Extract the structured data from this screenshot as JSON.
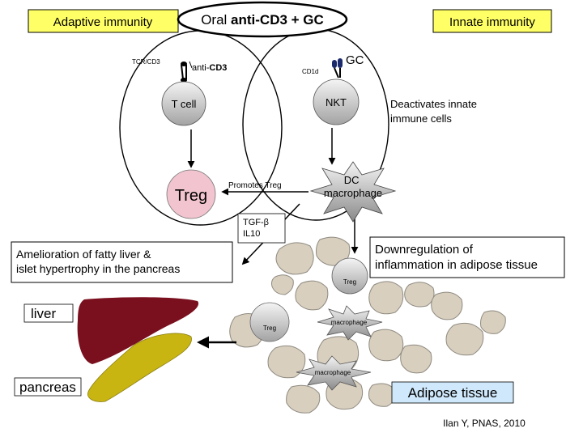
{
  "headers": {
    "adaptive": "Adaptive immunity",
    "oral_prefix": "Oral ",
    "oral_bold": "anti-CD3 + GC",
    "innate": "Innate immunity"
  },
  "labels": {
    "tcr_cd3": "TCR/CD3",
    "anti_cd3_prefix": "anti-",
    "anti_cd3_bold": "CD3",
    "cd1d": "CD1d",
    "gc": "GC",
    "t_cell": "T cell",
    "nkt": "NKT",
    "deactivates_line1": "Deactivates innate",
    "deactivates_line2": "immune cells",
    "treg": "Treg",
    "promotes_treg": "Promotes Treg",
    "dc_macrophage_line1": "DC",
    "dc_macrophage_line2": "macrophage",
    "tgf_line1": "TGF-β",
    "tgf_line2": "IL10",
    "amelioration_line1": "Amelioration of fatty liver &",
    "amelioration_line2": "islet hypertrophy in the pancreas",
    "downregulation_line1": "Downregulation of",
    "downregulation_line2": "inflammation in adipose tissue",
    "liver": "liver",
    "pancreas": "pancreas",
    "adipose_treg_1": "Treg",
    "adipose_treg_2": "Treg",
    "adipose_macrophage_1": "macrophage",
    "adipose_macrophage_2": "macrophage",
    "adipose_tissue": "Adipose tissue",
    "citation": "Ilan Y, PNAS, 2010"
  },
  "colors": {
    "header_fill": "#ffff66",
    "treg_fill": "#f2c4cf",
    "liver_fill": "#7a0f1e",
    "pancreas_fill": "#c8b512",
    "adipocyte_fill": "#d8cfbf",
    "adipocyte_stroke": "#8f8a80",
    "adipose_label_fill": "#cfe8fb",
    "cell_gradient_top": "#f4f4f4",
    "cell_gradient_bottom": "#a3a3a3"
  }
}
